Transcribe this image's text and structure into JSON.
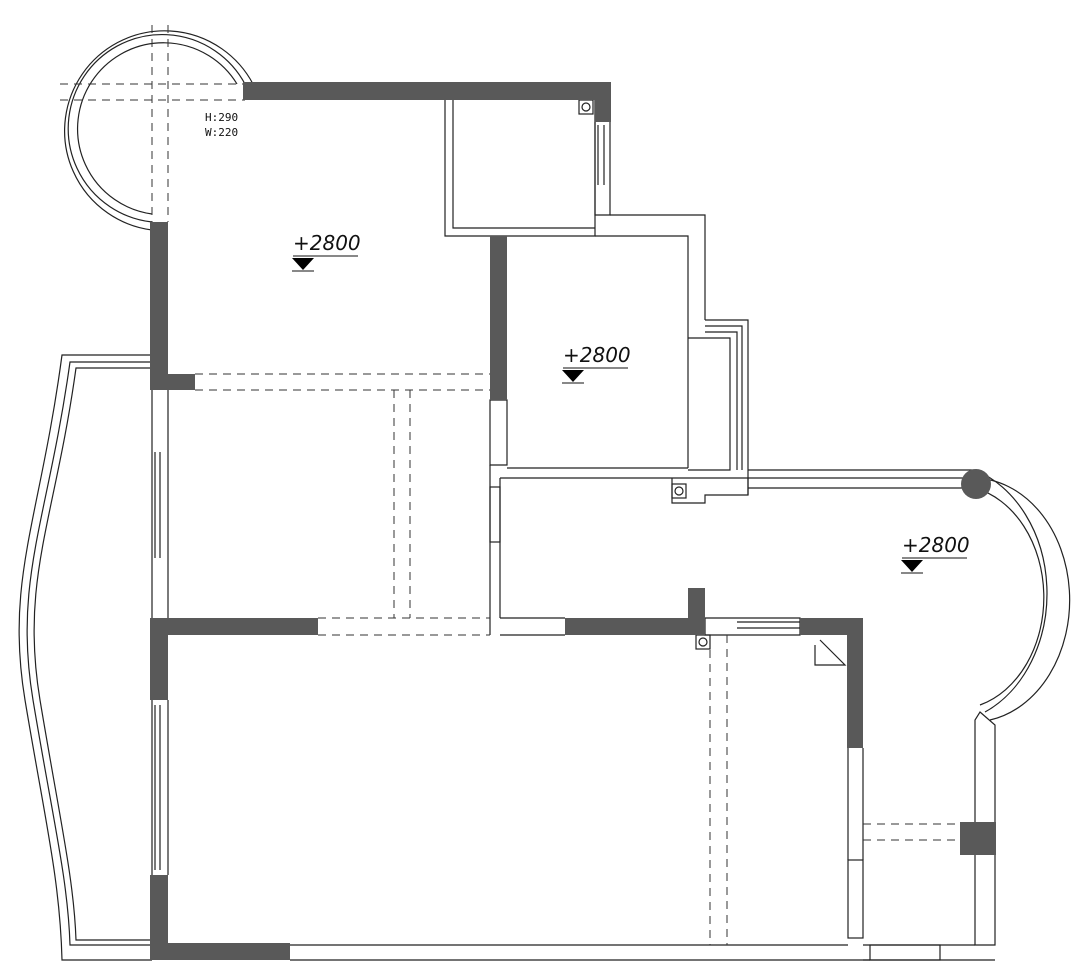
{
  "dimension_note": {
    "height": "H:290",
    "width": "W:220"
  },
  "elevations": [
    {
      "text": "+2800"
    },
    {
      "text": "+2800"
    },
    {
      "text": "+2800"
    }
  ],
  "colors": {
    "wall": "#595959",
    "line": "#222222",
    "background": "#ffffff"
  }
}
